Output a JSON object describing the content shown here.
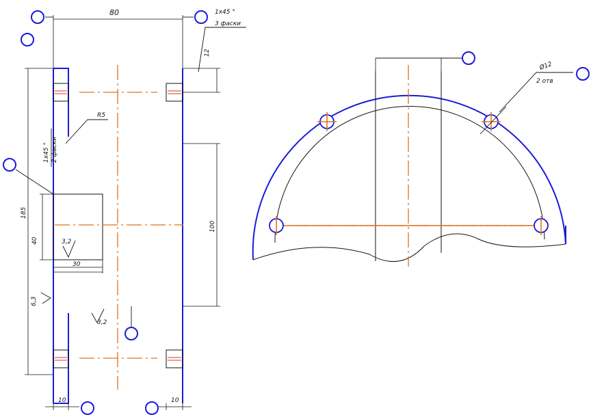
{
  "labels": {
    "dim_top_width": "80",
    "chamfer_note_top": "1x45 °",
    "chamfer_note_top_sub": "3 фаски",
    "dim_top_right": "12",
    "radius_note": "R5",
    "chamfer_note_left": "1x45 °",
    "chamfer_note_left_sub": "2 фаски",
    "dim_overall_height": "185",
    "dim_inner_height": "100",
    "dim_slot_height": "40",
    "roughness_slot": "3,2",
    "dim_slot_width": "30",
    "roughness_side": "6,3",
    "roughness_bottom": "3,2",
    "dim_bottom_left": "10",
    "dim_bottom_right": "10",
    "hole_note": "Ø12",
    "hole_note_sub": "2 отв"
  },
  "colors": {
    "outline": "#1a1ad8",
    "center_line": "#e0701c",
    "thin_line": "#111111",
    "hatch": "#d83030"
  }
}
